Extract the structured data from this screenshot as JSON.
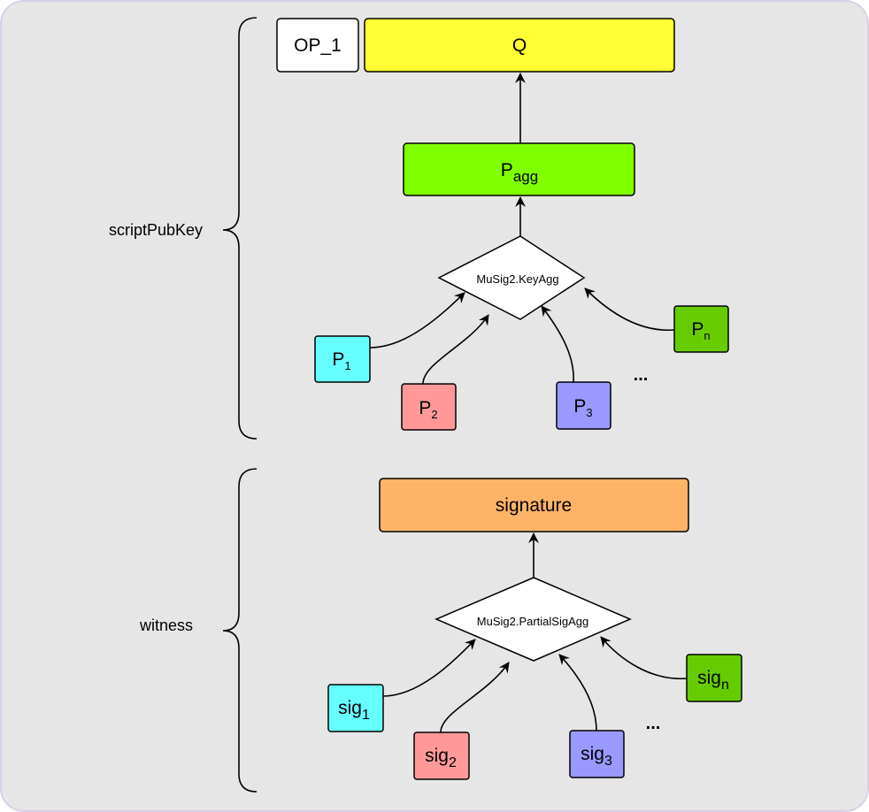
{
  "colors": {
    "background": "#e6e6e6",
    "op1": "#ffffff",
    "q": "#ffff33",
    "pagg": "#80ff00",
    "signature": "#ffb366",
    "party1": "#66ffff",
    "party2": "#ff9999",
    "party3": "#9999ff",
    "partyn": "#66cc00",
    "diamond": "#ffffff"
  },
  "scriptpubkey": {
    "label": "scriptPubKey",
    "op1": "OP_1",
    "q": "Q",
    "pagg": {
      "base": "P",
      "sub": "agg"
    },
    "keyagg": "MuSig2.KeyAgg",
    "keys": [
      {
        "base": "P",
        "sub": "1"
      },
      {
        "base": "P",
        "sub": "2"
      },
      {
        "base": "P",
        "sub": "3"
      },
      {
        "base": "P",
        "sub": "n"
      }
    ],
    "ellipsis": "..."
  },
  "witness": {
    "label": "witness",
    "signature": "signature",
    "sigagg": "MuSig2.PartialSigAgg",
    "sigs": [
      {
        "base": "sig",
        "sub": "1"
      },
      {
        "base": "sig",
        "sub": "2"
      },
      {
        "base": "sig",
        "sub": "3"
      },
      {
        "base": "sig",
        "sub": "n"
      }
    ],
    "ellipsis": "..."
  }
}
